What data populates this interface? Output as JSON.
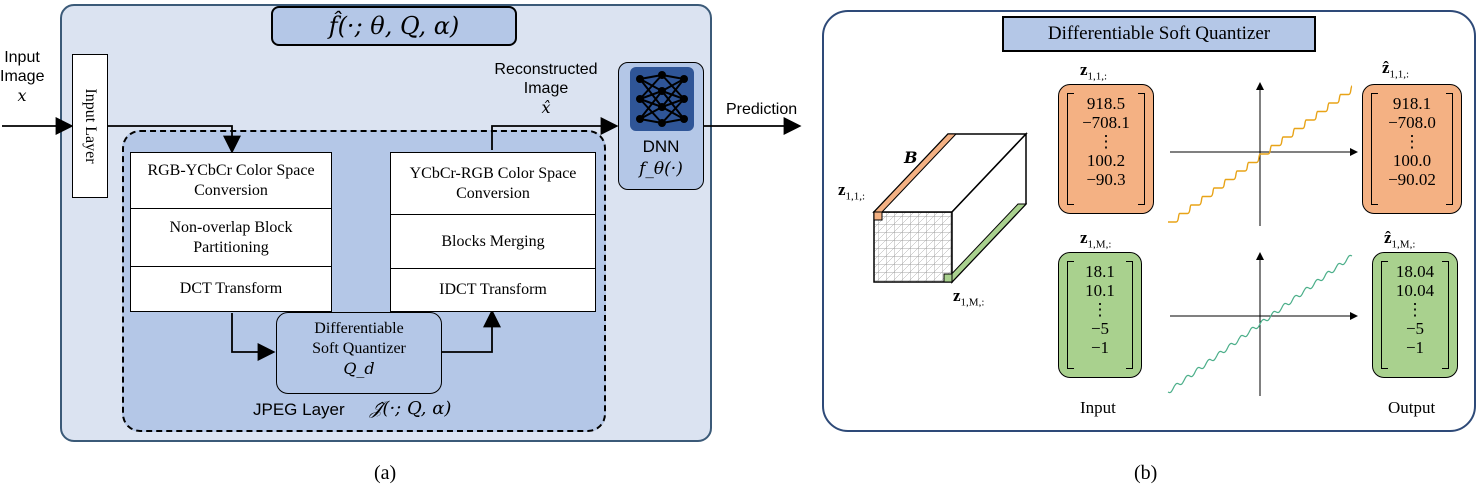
{
  "panel_a": {
    "caption": "(a)",
    "title": "f̂(·; θ, Q, α)",
    "input_label_1": "Input",
    "input_label_2": "Image",
    "input_symbol": "x",
    "input_layer": "Input Layer",
    "encoder": [
      "RGB-YCbCr Color Space Conversion",
      "Non-overlap Block Partitioning",
      "DCT Transform"
    ],
    "decoder": [
      "YCbCr-RGB Color Space Conversion",
      "Blocks Merging",
      "IDCT Transform"
    ],
    "quantizer_line1": "Differentiable",
    "quantizer_line2": "Soft Quantizer",
    "quantizer_symbol": "Q_d",
    "jpeg_layer": "JPEG Layer",
    "jpeg_symbol": "𝒥̂(·; Q, α)",
    "reconstructed_1": "Reconstructed",
    "reconstructed_2": "Image",
    "reconstructed_symbol": "x̂",
    "dnn_label": "DNN",
    "dnn_symbol": "f_θ(·)",
    "prediction": "Prediction"
  },
  "panel_b": {
    "caption": "(b)",
    "title": "Differentiable Soft Quantizer",
    "block_label_b": "B",
    "block_label_z11": "z",
    "block_label_z11_sub": "1,1,:",
    "block_label_z1m": "z",
    "block_label_z1m_sub": "1,M,:",
    "input_top_label": "z",
    "input_top_sub": "1,1,:",
    "input_top_values": [
      "918.5",
      "−708.1",
      "⋮",
      "100.2",
      "−90.3"
    ],
    "input_bottom_label": "z",
    "input_bottom_sub": "1,M,:",
    "input_bottom_values": [
      "18.1",
      "10.1",
      "⋮",
      "−5",
      "−1"
    ],
    "output_top_label": "ẑ",
    "output_top_sub": "1,1,:",
    "output_top_values": [
      "918.1",
      "−708.0",
      "⋮",
      "100.0",
      "−90.02"
    ],
    "output_bottom_label": "ẑ",
    "output_bottom_sub": "1,M,:",
    "output_bottom_values": [
      "18.04",
      "10.04",
      "⋮",
      "−5",
      "−1"
    ],
    "input_caption": "Input",
    "output_caption": "Output",
    "colors": {
      "orange": "#f4b183",
      "green": "#a9d18e",
      "curve_orange": "#e8a317",
      "curve_green": "#4caf8a"
    }
  }
}
